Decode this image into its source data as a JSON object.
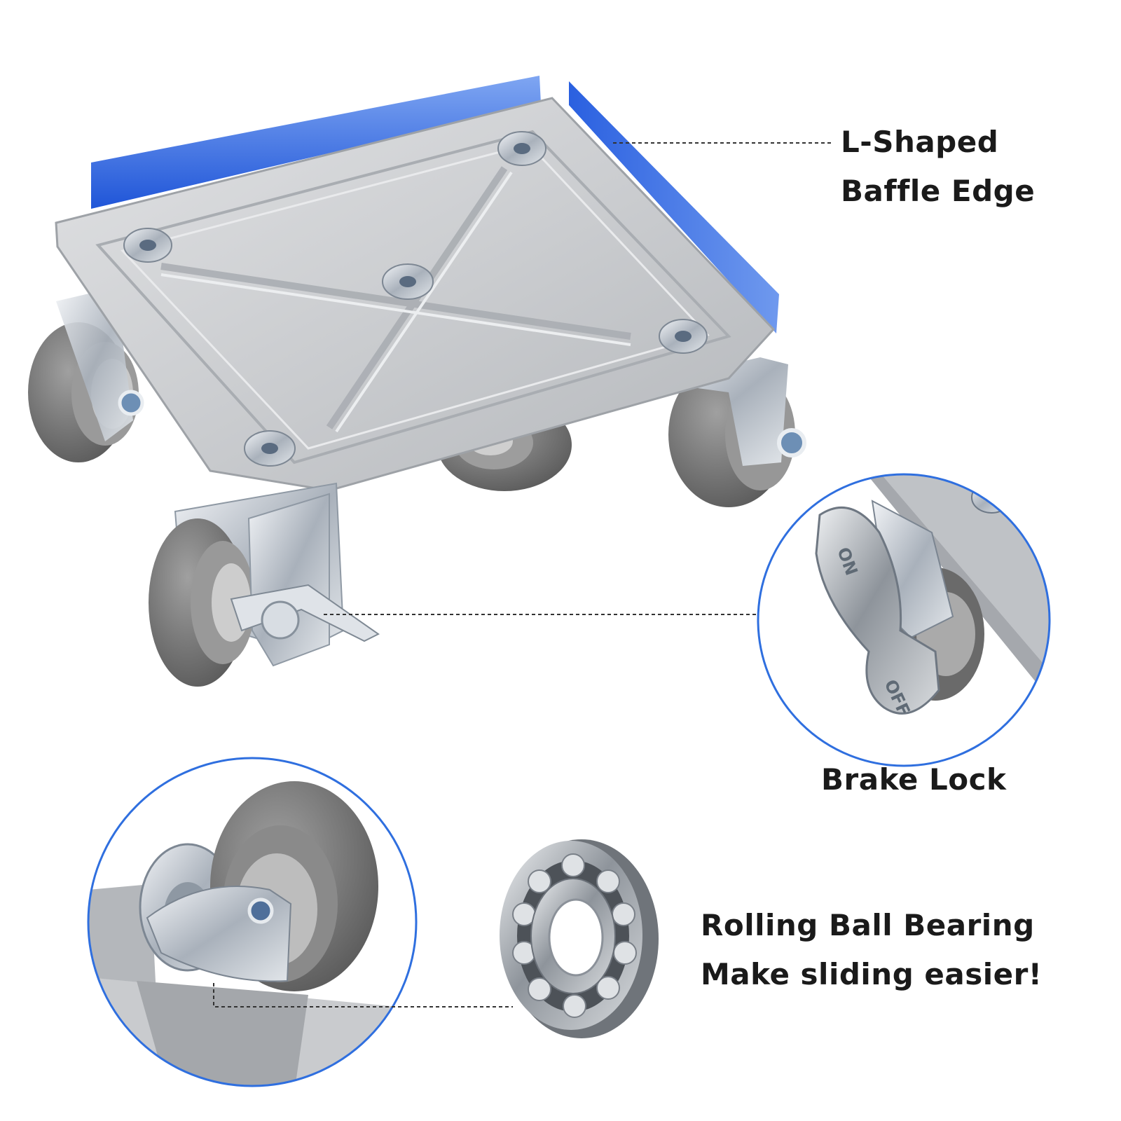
{
  "labels": {
    "baffle_line1": "L-Shaped",
    "baffle_line2": "Baffle Edge",
    "brake": "Brake Lock",
    "bearing_line1": "Rolling Ball Bearing",
    "bearing_line2": "Make sliding easier!"
  },
  "brake_lever": {
    "on_text": "ON",
    "off_text": "OFF"
  },
  "colors": {
    "accent_blue": "#2f6fdf",
    "baffle_blue": "#2a64e6",
    "plate_silver": "#c7c9cc",
    "wheel_gray": "#767676",
    "leader_line": "#333333"
  }
}
